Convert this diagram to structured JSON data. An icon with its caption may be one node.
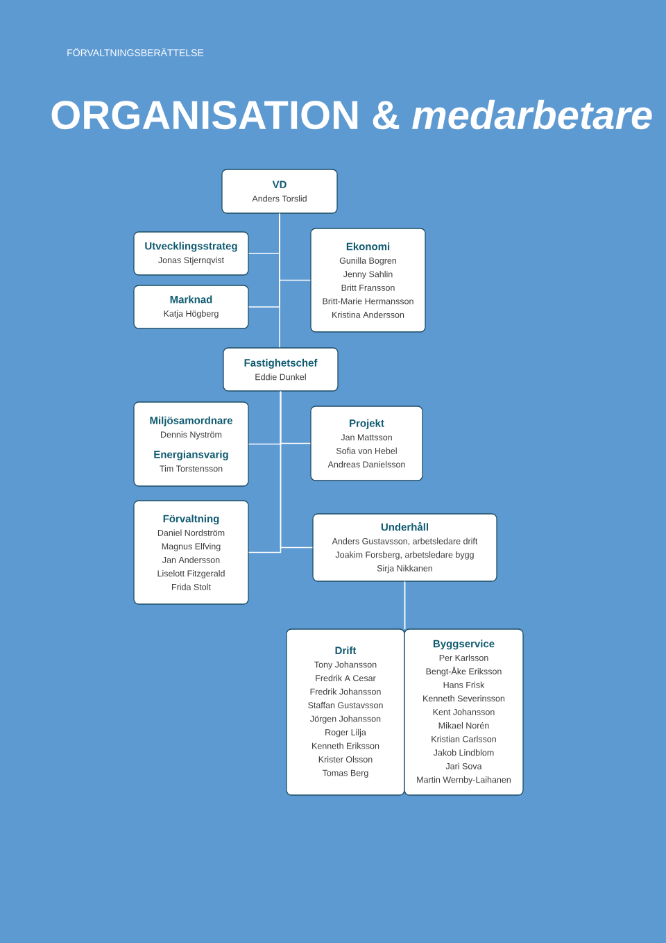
{
  "diagram": {
    "title": "ORGANISATION & *medarbetare*",
    "nodes": [
      {
        "text": [
          "VD",
          "Anders Torslid"
        ]
      },
      {
        "text": [
          "Utvecklingsstrateg",
          "Jonas Stjernqvist"
        ]
      },
      {
        "text": [
          "Ekonomi",
          "Gunilla Bogren",
          "Jenny Sahlin",
          "Britt Fransson",
          "Britt-Marie Hermansson",
          "Kristina Andersson"
        ]
      },
      {
        "text": [
          "Marknad",
          "Katja Högberg"
        ]
      },
      {
        "text": [
          "Fastighetschef",
          "Eddie Dunkel"
        ]
      },
      {
        "text": [
          "Miljösamordnare",
          "Dennis Nyström",
          "Energiansvarig",
          "Tim Torstensson"
        ]
      },
      {
        "text": [
          "Projekt",
          "Jan Mattsson",
          "Sofia von Hebel",
          "Andreas Danielsson"
        ]
      },
      {
        "text": [
          "Förvaltning",
          "Daniel Nordström",
          "Magnus Elfving",
          "Jan Andersson",
          "Liselott Fitzgerald",
          "Frida Stolt"
        ]
      },
      {
        "text": [
          "Underhåll",
          "Anders Gustavsson, arbetsledare drift",
          "Joakim Forsberg, arbetsledare bygg",
          "Sirja Nikkanen"
        ]
      },
      {
        "text": [
          "Drift",
          "Tony Johansson",
          "Fredrik A Cesar",
          "Fredrik Johansson",
          "Staffan Gustavsson",
          "Jörgen Johansson",
          "Roger Lilja",
          "Kenneth Eriksson",
          "Krister Olsson",
          "Tomas Berg"
        ]
      },
      {
        "text": [
          "Byggservice",
          "Per Karlsson",
          "Bengt-Åke Eriksson",
          "Hans Frisk",
          "Kenneth Severinsson",
          "Kent Johansson",
          "Mikael Norén",
          "Kristian Carlsson",
          "Jakob Lindblom",
          "Jari Sova",
          "Martin Wernby-Laihanen"
        ]
      }
    ],
    "edges": [
      {
        "from": 0,
        "to": 1,
        "arrow": "none"
      },
      {
        "from": 0,
        "to": 2,
        "arrow": "none"
      },
      {
        "from": 0,
        "to": 3,
        "arrow": "none"
      },
      {
        "from": 0,
        "to": 4,
        "arrow": "none"
      },
      {
        "from": 4,
        "to": 5,
        "arrow": "none"
      },
      {
        "from": 4,
        "to": 6,
        "arrow": "none"
      },
      {
        "from": 4,
        "to": 7,
        "arrow": "none"
      },
      {
        "from": 4,
        "to": 8,
        "arrow": "none"
      },
      {
        "from": 8,
        "to": 9,
        "arrow": "none"
      },
      {
        "from": 8,
        "to": 10,
        "arrow": "none"
      }
    ],
    "labels": [
      "FÖRVALTNINGSBERÄTTELSE"
    ]
  }
}
